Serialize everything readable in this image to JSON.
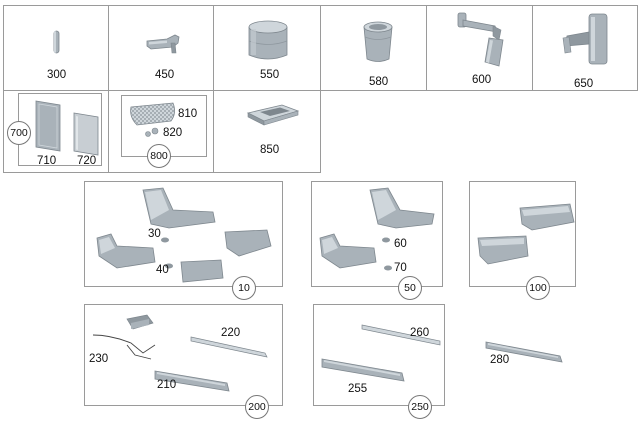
{
  "row1": [
    {
      "number": "300",
      "icon": "rod-clip-icon"
    },
    {
      "number": "450",
      "icon": "bracket-icon"
    },
    {
      "number": "550",
      "icon": "cylinder-container-icon"
    },
    {
      "number": "580",
      "icon": "cup-holder-icon"
    },
    {
      "number": "600",
      "icon": "phone-arm-mount-icon"
    },
    {
      "number": "650",
      "icon": "phone-vent-holder-icon"
    }
  ],
  "row2": {
    "group_700": {
      "callout": "700",
      "parts": [
        "710",
        "720"
      ]
    },
    "group_800": {
      "callout": "800",
      "parts": [
        "810",
        "820"
      ]
    },
    "part_850": {
      "number": "850"
    }
  },
  "mats": {
    "set_10": {
      "callout": "10",
      "parts": [
        "30",
        "40"
      ]
    },
    "set_50": {
      "callout": "50",
      "parts": [
        "60",
        "70"
      ]
    },
    "set_100": {
      "callout": "100"
    }
  },
  "sills": {
    "set_200": {
      "callout": "200",
      "parts": [
        "220",
        "230",
        "210"
      ]
    },
    "set_250": {
      "callout": "250",
      "parts": [
        "260",
        "255"
      ]
    },
    "part_280": {
      "number": "280"
    }
  },
  "colors": {
    "part_fill": "#a9b2b9",
    "part_dark": "#7e878e",
    "part_light": "#cfd6db",
    "border": "#9a9a9a"
  }
}
